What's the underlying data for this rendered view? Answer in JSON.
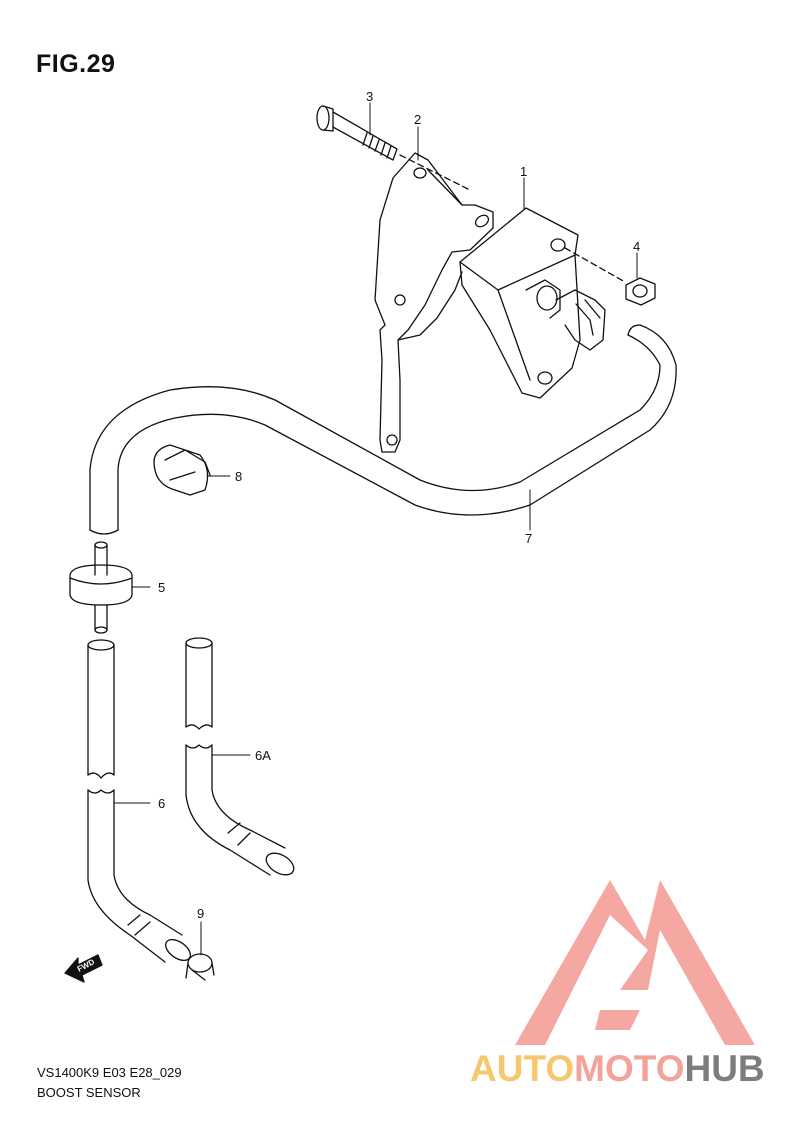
{
  "figure": {
    "title": "FIG.29"
  },
  "footer": {
    "code": "VS1400K9 E03 E28_029",
    "name": "BOOST SENSOR"
  },
  "fwd_label": "FWD",
  "callouts": [
    {
      "id": "c1",
      "label": "1"
    },
    {
      "id": "c2",
      "label": "2"
    },
    {
      "id": "c3",
      "label": "3"
    },
    {
      "id": "c4",
      "label": "4"
    },
    {
      "id": "c5",
      "label": "5"
    },
    {
      "id": "c6",
      "label": "6"
    },
    {
      "id": "c6a",
      "label": "6A"
    },
    {
      "id": "c7",
      "label": "7"
    },
    {
      "id": "c8",
      "label": "8"
    },
    {
      "id": "c9",
      "label": "9"
    }
  ],
  "watermark": {
    "part1": "AUTO",
    "part2": "MOTO",
    "part3": "HUB"
  },
  "colors": {
    "line": "#111111",
    "wm_red": "#f5a39c",
    "wm_yellow": "#f6c76e",
    "wm_gray": "#7d7d7d"
  }
}
